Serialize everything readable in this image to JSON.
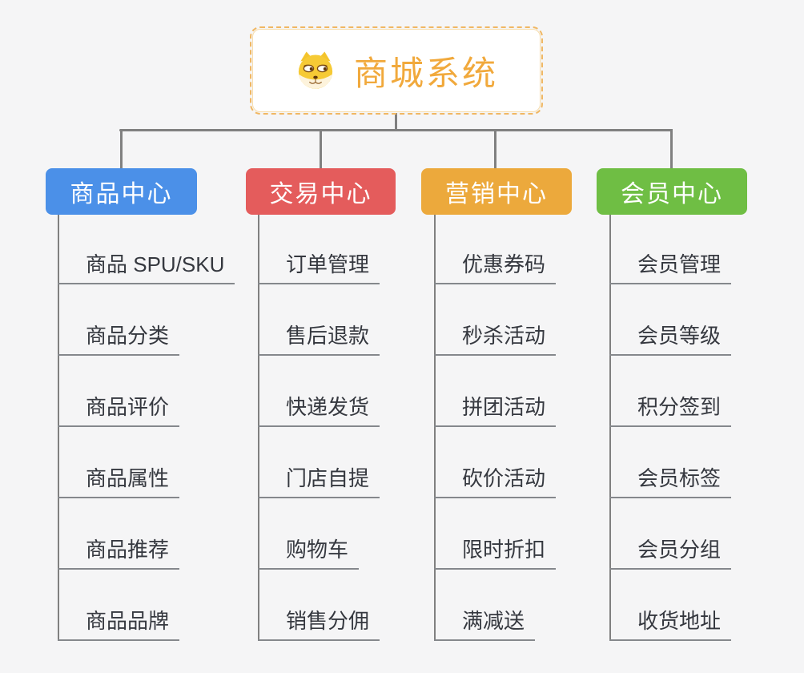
{
  "page": {
    "background": "#f5f5f6",
    "connector_color": "#808080",
    "underline_color": "#85888c",
    "child_text_color": "#35383f"
  },
  "root": {
    "label": "商城系统",
    "icon": "shiba-dog-icon",
    "text_color": "#f1a93c",
    "border_color": "#f0b763",
    "background": "#ffffff"
  },
  "branches": [
    {
      "label": "商品中心",
      "color": "#4b90e8",
      "children": [
        "商品 SPU/SKU",
        "商品分类",
        "商品评价",
        "商品属性",
        "商品推荐",
        "商品品牌"
      ]
    },
    {
      "label": "交易中心",
      "color": "#e45c5c",
      "children": [
        "订单管理",
        "售后退款",
        "快递发货",
        "门店自提",
        "购物车",
        "销售分佣"
      ]
    },
    {
      "label": "营销中心",
      "color": "#eca93c",
      "children": [
        "优惠券码",
        "秒杀活动",
        "拼团活动",
        "砍价活动",
        "限时折扣",
        "满减送"
      ]
    },
    {
      "label": "会员中心",
      "color": "#6fbe44",
      "children": [
        "会员管理",
        "会员等级",
        "积分签到",
        "会员标签",
        "会员分组",
        "收货地址"
      ]
    }
  ]
}
